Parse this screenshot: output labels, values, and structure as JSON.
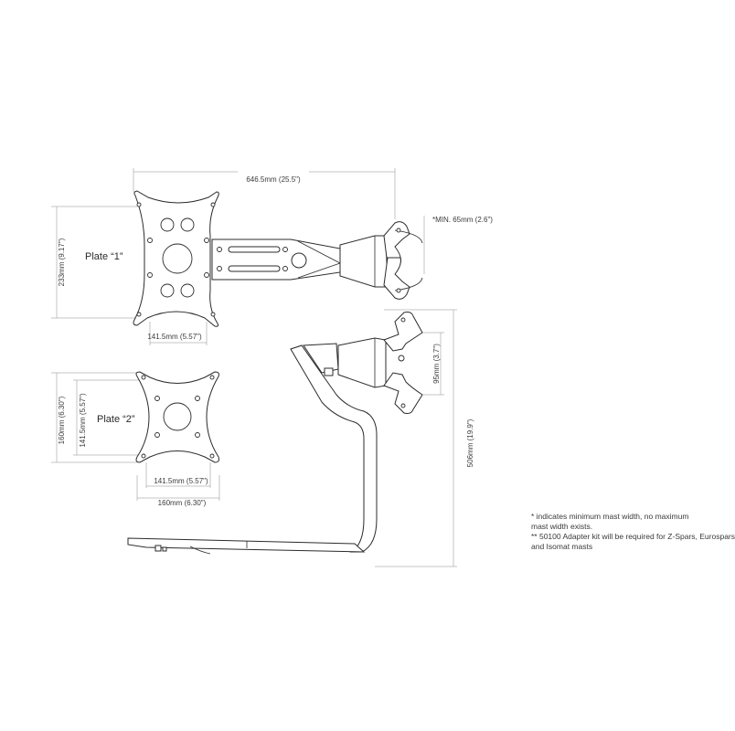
{
  "plate1": {
    "name": "Plate “1”",
    "overall_width": "646.5mm (25.5\")",
    "height": "233mm (9.17\")",
    "hole_spacing": "141.5mm (5.57\")",
    "mast_min": "*MIN. 65mm (2.6\")"
  },
  "plate2": {
    "name": "Plate “2”",
    "height_outer": "160mm (6.30\")",
    "height_inner": "141.5mm (5.57\")",
    "width_inner": "141.5mm (5.57\")",
    "width_outer": "160mm (6.30\")"
  },
  "arm2": {
    "clamp_height": "95mm (3.7\")",
    "overall_height": "506mm (19.9\")"
  },
  "notes": {
    "line1": "* indicates minimum mast width, no maximum",
    "line2": "mast width exists.",
    "line3": "** 50100 Adapter kit will be required for Z-Spars, Eurospars",
    "line4": "and Isomat masts"
  }
}
